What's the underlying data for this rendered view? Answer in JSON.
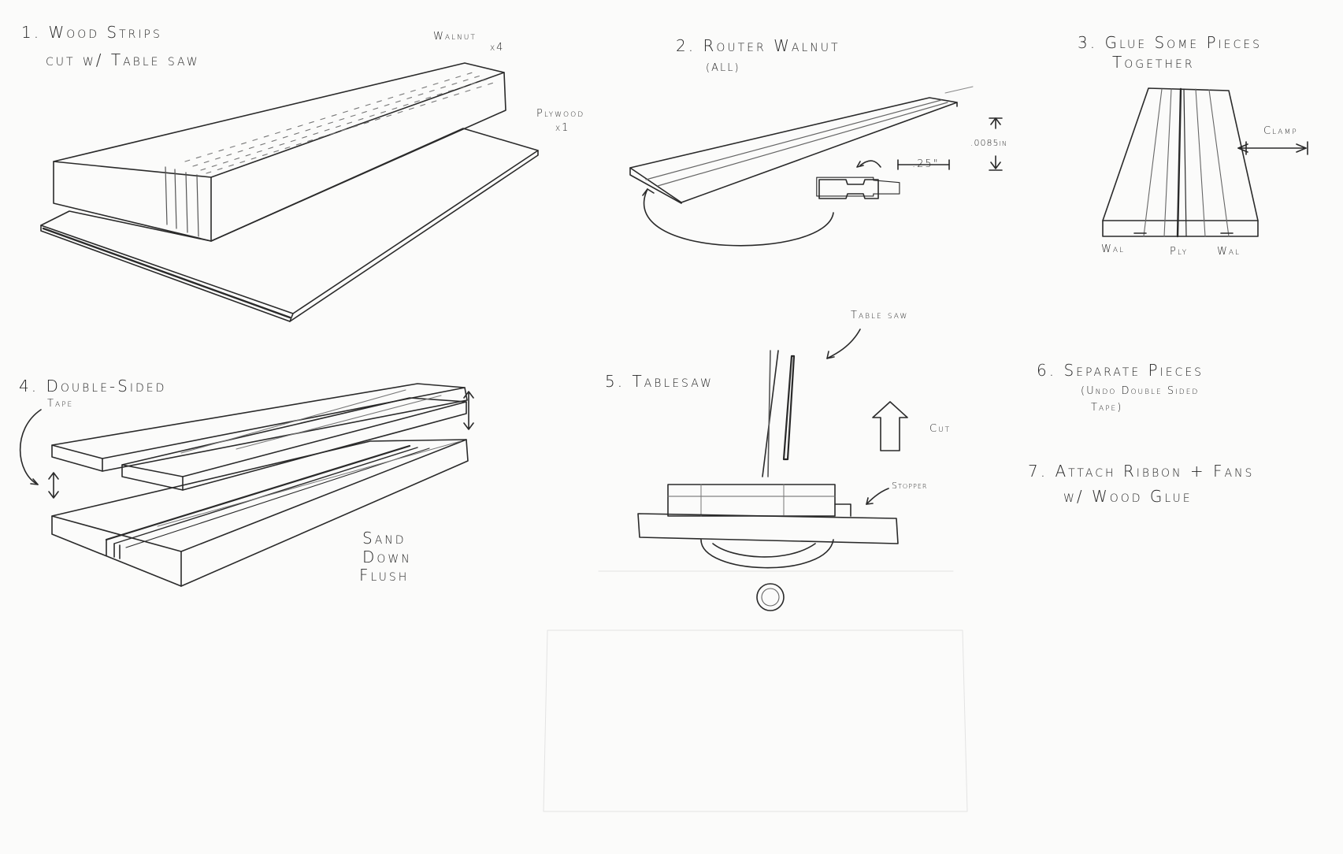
{
  "steps": {
    "s1_line1": "1. Wood Strips",
    "s1_line2": "cut w/ Table saw",
    "s2_line1": "2. Router Walnut",
    "s2_line2": "(ALL)",
    "s3_line1": "3. Glue Some Pieces",
    "s3_line2": "Together",
    "s4_line1": "4. Double-Sided",
    "s4_line2": "Tape",
    "s5": "5. Tablesaw",
    "s6_line1": "6. Separate Pieces",
    "s6_line2": "(Undo Double Sided",
    "s6_line3": "Tape)",
    "s7_line1": "7. Attach Ribbon + Fans",
    "s7_line2": "w/ Wood Glue"
  },
  "notes": {
    "walnut": "Walnut",
    "walnut_qty": "x4",
    "plywood": "Plywood",
    "plywood_qty": "x1",
    "depth": ".0085in",
    "width": ".25\"",
    "clamp": "Clamp",
    "wal_left": "Wal",
    "ply": "Ply",
    "wal_right": "Wal",
    "sand1": "Sand",
    "sand2": "Down",
    "sand3": "Flush",
    "tablesaw": "Table saw",
    "cut": "Cut",
    "stopper": "Stopper"
  },
  "colors": {
    "ink": "#2a2a2a",
    "paper": "#fbfbfa",
    "grain": "#8a8a8a"
  }
}
